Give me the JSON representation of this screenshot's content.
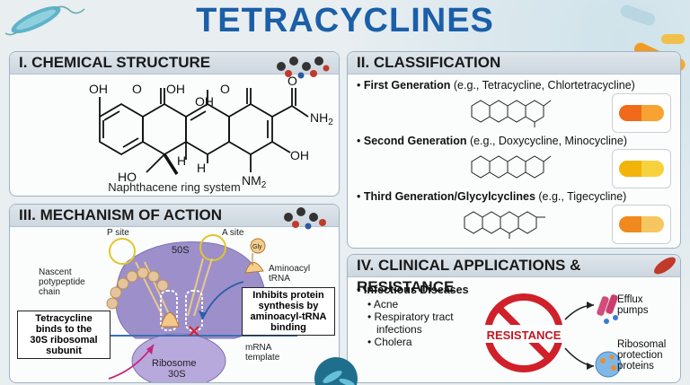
{
  "title": "TETRACYCLINES",
  "structure": {
    "heading": "I. CHEMICAL STRUCTURE",
    "caption": "Naphthacene ring system",
    "labels": {
      "oh1": "OH",
      "o1": "O",
      "oh2": "OH",
      "o2": "O",
      "oh3": "OH",
      "o3": "O",
      "nh2": "NH",
      "nh2sub": "2",
      "oh4": "OH",
      "ho": "HO",
      "h1": "H",
      "h2": "H",
      "nm": "NM",
      "nmsub": "2"
    }
  },
  "classification": {
    "heading": "II. CLASSIFICATION",
    "generations": [
      {
        "name": "First Generation",
        "examples": " (e.g., Tetracycline, Chlortetracycline)",
        "color1": "#f06a1a",
        "color2": "#f7a233"
      },
      {
        "name": "Second Generation",
        "examples": " (e.g., Doxycycline, Minocycline)",
        "color1": "#f2b40a",
        "color2": "#f8d23c"
      },
      {
        "name": "Third Generation/Glycylcyclines",
        "examples": " (e.g., Tigecycline)",
        "color1": "#f08a1e",
        "color2": "#f6c760"
      }
    ]
  },
  "mechanism": {
    "heading": "III. MECHANISM OF ACTION",
    "p_site": "P site",
    "a_site": "A site",
    "s50": "50S",
    "gly": "Gly",
    "aminoacyl": "Aminoacyl",
    "trna": "tRNA",
    "nascent": "Nascent",
    "potypeptide": "potypeptide",
    "chain": "chain",
    "inhibits": [
      "Inhibits protein",
      "synthesis by",
      "aminoacyl-tRNA",
      "binding"
    ],
    "binds": [
      "Tetracycline",
      "binds to the",
      "30S ribosomal",
      "subunit"
    ],
    "mrna": "mRNA",
    "template": "template",
    "ribosome": "Ribosome",
    "s30": "30S"
  },
  "clinical": {
    "heading": "IV. CLINICAL APPLICATIONS & RESISTANCE",
    "infectious": "Infectious Diseases",
    "items": [
      "Acne",
      "Respiratory tract",
      "infections",
      "Cholera"
    ],
    "resistance": "RESISTANCE",
    "efflux": [
      "Efflux",
      "pumps"
    ],
    "ribosomal": [
      "Ribosomal",
      "protection",
      "proteins"
    ]
  }
}
